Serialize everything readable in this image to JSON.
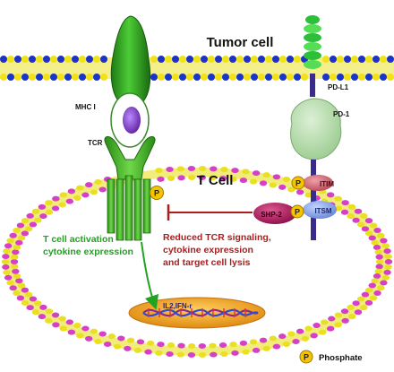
{
  "title": "Tumor cell",
  "tcell_label": "T  Cell",
  "labels": {
    "mhc": "MHC I",
    "tcr": "TCR",
    "pdl1": "PD-L1",
    "pd1": "PD-1",
    "itim": "ITIM",
    "itsm": "ITSM",
    "shp2": "SHP-2",
    "phosphate_symbol": "P",
    "genes": "IL2,IFN-r"
  },
  "activation": {
    "line1": "T cell activation",
    "line2": "cytokine expression"
  },
  "inhibition": {
    "line1": "Reduced TCR signaling,",
    "line2": "cytokine expression",
    "line3": "and target cell lysis"
  },
  "legend": {
    "symbol": "P",
    "label": "Phosphate"
  },
  "colors": {
    "membrane_head_blue": "#1a33c8",
    "membrane_head_yellow": "#f2e21c",
    "tcell_membrane_pink": "#d640c8",
    "tcell_membrane_yellow": "#e8e020",
    "receptor_green": "#2e9a1e",
    "pd1_green": "#b8ddb0",
    "pathway_green": "#21a321",
    "inhibition_red": "#b01c1c",
    "shp2_magenta": "#c2186b",
    "itsm_blue": "#8aa8e8",
    "phosphate_yellow": "#f5c400",
    "nucleus_orange": "#f0a020"
  }
}
